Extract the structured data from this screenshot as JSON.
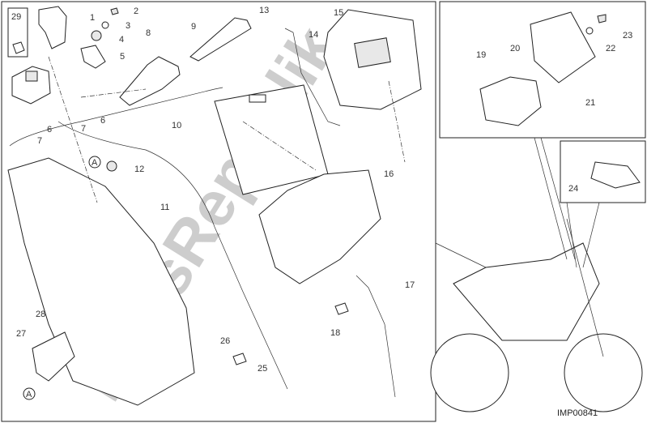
{
  "diagram": {
    "drawing_code": "IMP00841",
    "watermark": "PartsRepublik",
    "callouts": [
      "29",
      "1",
      "2",
      "3",
      "4",
      "5",
      "8",
      "9",
      "13",
      "15",
      "14",
      "10",
      "6",
      "7",
      "7",
      "6",
      "A",
      "12",
      "11",
      "16",
      "17",
      "18",
      "26",
      "25",
      "28",
      "27",
      "A",
      "19",
      "20",
      "21",
      "22",
      "23",
      "24"
    ]
  }
}
